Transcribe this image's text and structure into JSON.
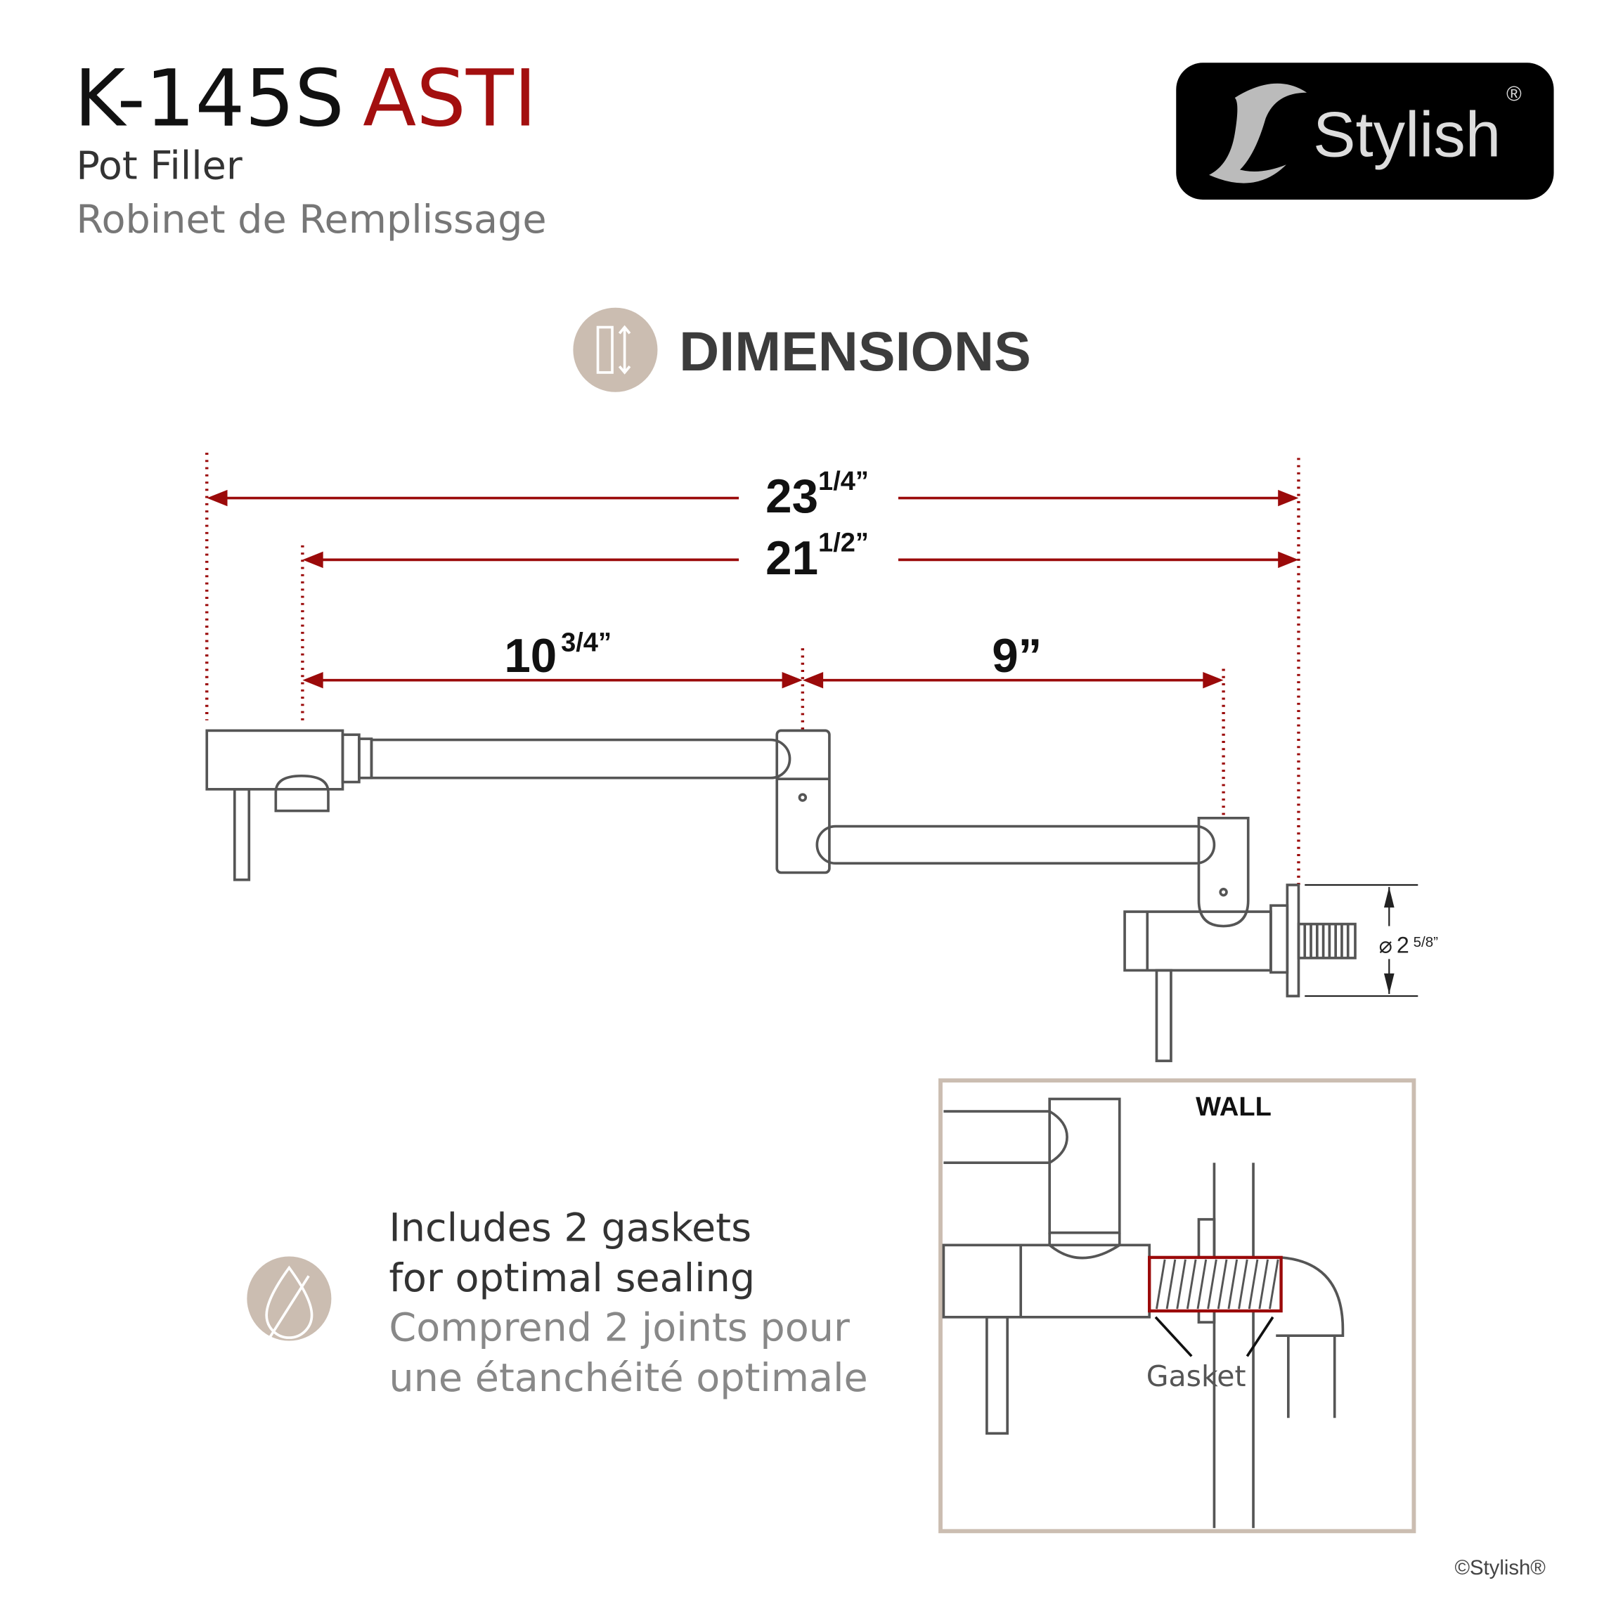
{
  "header": {
    "model": "K-145S",
    "name": "ASTI",
    "subtitle_en": "Pot Filler",
    "subtitle_fr": "Robinet de Remplissage"
  },
  "logo": {
    "text": "Stylish",
    "mark": "®"
  },
  "section": {
    "title": "DIMENSIONS",
    "icon": "ruler-arrows-icon"
  },
  "dimensions": {
    "overall": {
      "whole": "23",
      "frac": "1/4”"
    },
    "extension": {
      "whole": "21",
      "frac": "1/2”"
    },
    "arm1": {
      "whole": "10",
      "frac": "3/4”"
    },
    "arm2": {
      "whole": "9”"
    },
    "flange": {
      "symbol": "⌀",
      "whole": "2",
      "frac": "5/8”"
    }
  },
  "note": {
    "icon": "water-drop-icon",
    "line1_en": "Includes 2 gaskets",
    "line2_en": "for optimal sealing",
    "line1_fr": "Comprend 2 joints pour",
    "line2_fr": "une étanchéité optimale"
  },
  "detail": {
    "wall_label": "WALL",
    "gasket_label": "Gasket"
  },
  "footer": {
    "copyright": "©Stylish®"
  },
  "colors": {
    "accent": "#9b0a0a",
    "beige": "#cbbdb1",
    "line": "#555555"
  }
}
